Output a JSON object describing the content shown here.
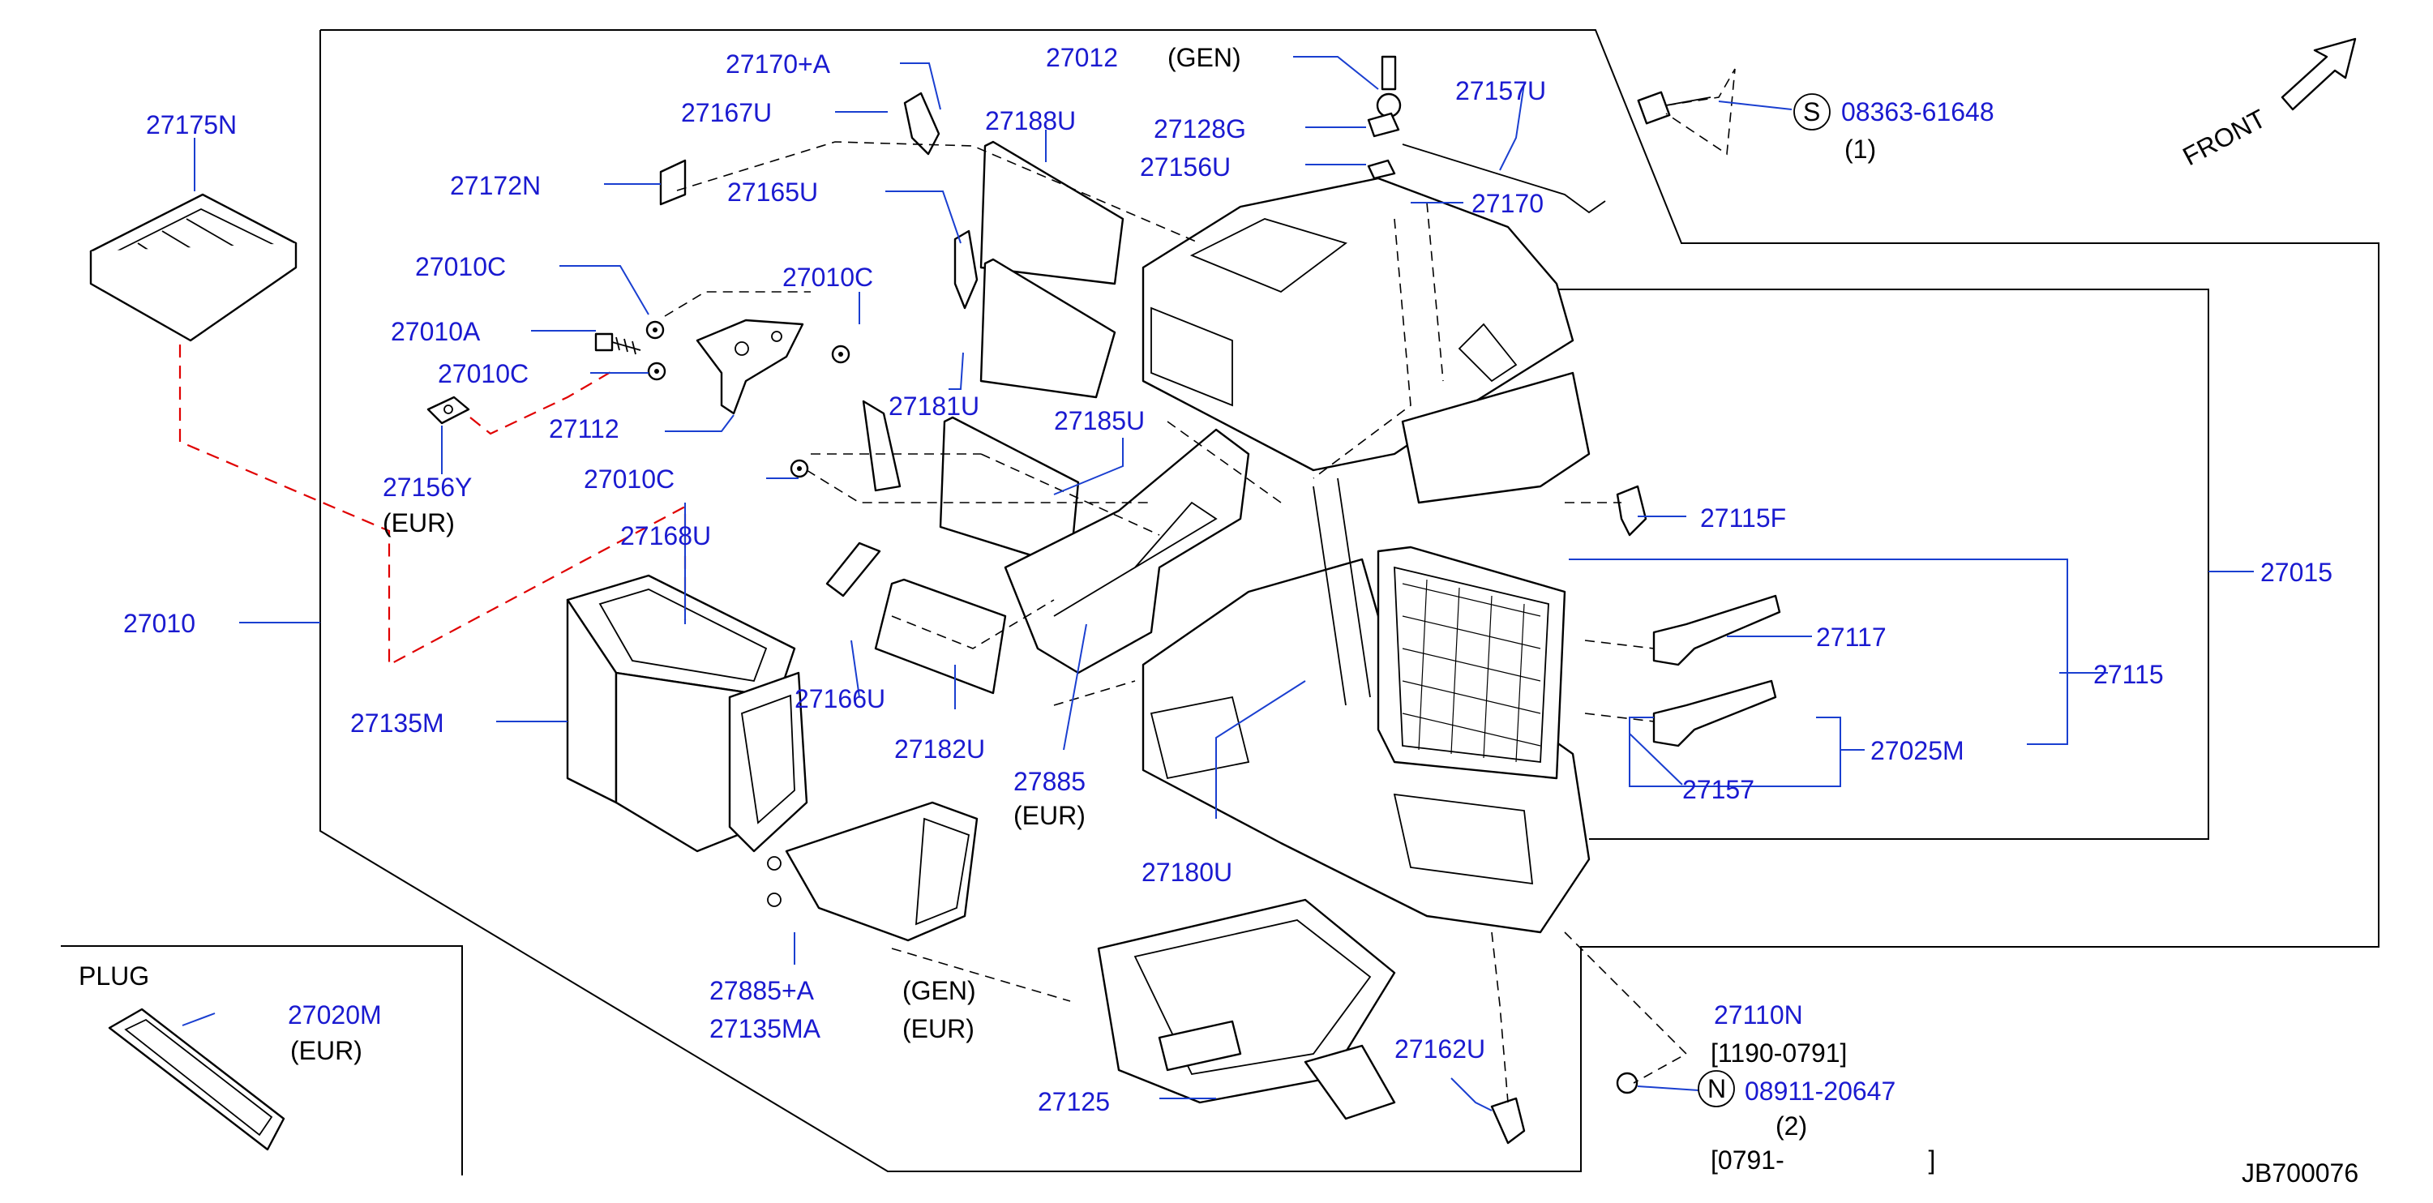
{
  "diagram_id": "JB700076",
  "front_label": "FRONT",
  "plug_box": {
    "title": "PLUG",
    "part": "27020M",
    "note": "(EUR)"
  },
  "callouts": {
    "p27175N": "27175N",
    "p27172N": "27172N",
    "p27010C_a": "27010C",
    "p27010A": "27010A",
    "p27010C_b": "27010C",
    "p27156Y": "27156Y",
    "n27156Y": "(EUR)",
    "p27010": "27010",
    "p27135M": "27135M",
    "p27170A": "27170+A",
    "p27167U": "27167U",
    "p27165U": "27165U",
    "p27010C_c": "27010C",
    "p27112": "27112",
    "p27010C_d": "27010C",
    "p27168U": "27168U",
    "p27012": "27012",
    "p27188U": "27188U",
    "p27181U": "27181U",
    "p27185U": "27185U",
    "p27166U": "27166U",
    "p27182U": "27182U",
    "p27885": "27885",
    "n27885": "(EUR)",
    "p27885A": "27885+A",
    "n27885A": "(GEN)",
    "p27135MA": "27135MA",
    "n27135MA": "(EUR)",
    "n_gen_top": "(GEN)",
    "p27128G": "27128G",
    "p27156U": "27156U",
    "p27157U": "27157U",
    "p27170": "27170",
    "p08363": "08363-61648",
    "s_symbol": "S",
    "q08363": "(1)",
    "p27115F": "27115F",
    "p27015": "27015",
    "p27117": "27117",
    "p27115": "27115",
    "p27025M": "27025M",
    "p27157": "27157",
    "p27180U": "27180U",
    "p27110N": "27110N",
    "d27110N": "[1190-0791]",
    "n_symbol": "N",
    "p08911": "08911-20647",
    "q08911": "(2)",
    "d08911": "[0791-                    ]",
    "p27162U": "27162U",
    "p27125": "27125"
  }
}
